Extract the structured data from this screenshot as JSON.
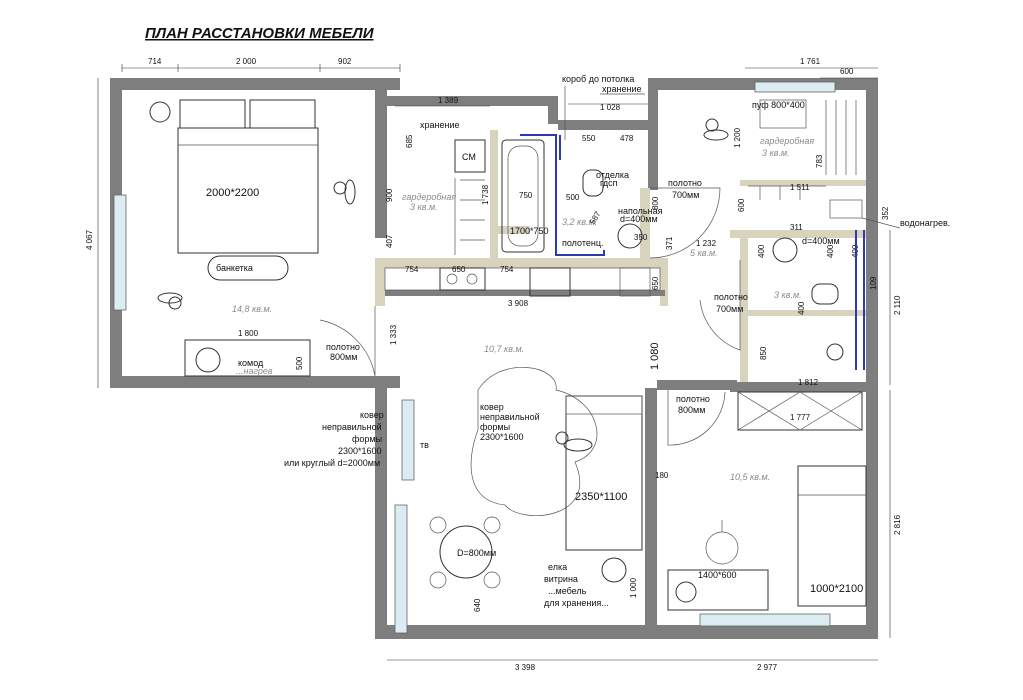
{
  "title": "ПЛАН РАССТАНОВКИ МЕБЕЛИ",
  "dimensions": {
    "top_1": "714",
    "top_2": "2 000",
    "top_3": "902",
    "top_4": "1 761",
    "top_5": "600",
    "left_total": "4 067",
    "bottom_1": "3 398",
    "bottom_2": "2 977",
    "right_1": "2 110",
    "right_2": "2 816",
    "d1389": "1 389",
    "d1028": "1 028",
    "d550": "550",
    "d478": "478",
    "d685": "685",
    "d900": "900",
    "d1738": "1 738",
    "d750": "750",
    "d500": "500",
    "d587": "587",
    "d350": "350",
    "d800": "800",
    "d1200": "1 200",
    "d783": "783",
    "d1511": "1 511",
    "d600v": "600",
    "d352": "352",
    "d407": "407",
    "d754a": "754",
    "d650": "650",
    "d754b": "754",
    "d3908": "3 908",
    "d650v": "650",
    "d371": "371",
    "d1232": "1 232",
    "d311": "311",
    "d400a": "400",
    "d400b": "400",
    "d409": "409",
    "d109": "109",
    "d850": "850",
    "d400c": "400",
    "d1812": "1 812",
    "d1777": "1 777",
    "d1800": "1 800",
    "d500v": "500",
    "d1333": "1 333",
    "d1080": "1 080",
    "d180": "180",
    "d640": "640",
    "d1000": "1 000"
  },
  "labels": {
    "duct": "короб до потолка",
    "storage_top": "хранение",
    "storage_left": "хранение",
    "sm": "СМ",
    "wardrobe_left": "гардеробная",
    "wardrobe_left_area": "3 кв.м.",
    "bath": "1700*750",
    "bath_area": "3,2 кв.м.",
    "sink_floor": "напольная",
    "sink_d": "d=400мм",
    "finish_gdsp": "отделка",
    "finish_gdsp2": "гдсп",
    "towel": "полотенц.",
    "bed_main": "2000*2200",
    "bench": "банкетка",
    "bedroom_area": "14,8 кв.м.",
    "dresser": "комод",
    "radiator": "...нагрев",
    "door_bedroom_1": "полотно",
    "door_bedroom_2": "800мм",
    "hall_area": "10,7 кв.м.",
    "door_bath_1": "полотно",
    "door_bath_2": "700мм",
    "pouf": "пуф 800*400",
    "wardrobe_right": "гардеробная",
    "wardrobe_right_area": "3 кв.м.",
    "heater": "водонагрев.",
    "corridor_area": "5 кв.м.",
    "sink_d2": "d=400мм",
    "door_wc_1": "полотно",
    "door_wc_2": "700мм",
    "wc_area": "3 кв.м.",
    "door_room_1": "полотно",
    "door_room_2": "800мм",
    "rug_text_1": "ковер",
    "rug_text_2": "неправильной",
    "rug_text_3": "формы",
    "rug_text_4": "2300*1600",
    "rug_text_5": "или круглый d=2000мм",
    "tv": "тв",
    "rug_inner_1": "ковер",
    "rug_inner_2": "неправильной",
    "rug_inner_3": "формы",
    "rug_inner_4": "2300*1600",
    "sofa": "2350*1100",
    "table": "D=800мм",
    "tree_1": "елка",
    "tree_2": "витрина",
    "tree_3": "...мебель",
    "tree_4": "для хранения...",
    "room_area": "10,5 кв.м.",
    "desk": "1400*600",
    "bed_small": "1000*2100"
  }
}
